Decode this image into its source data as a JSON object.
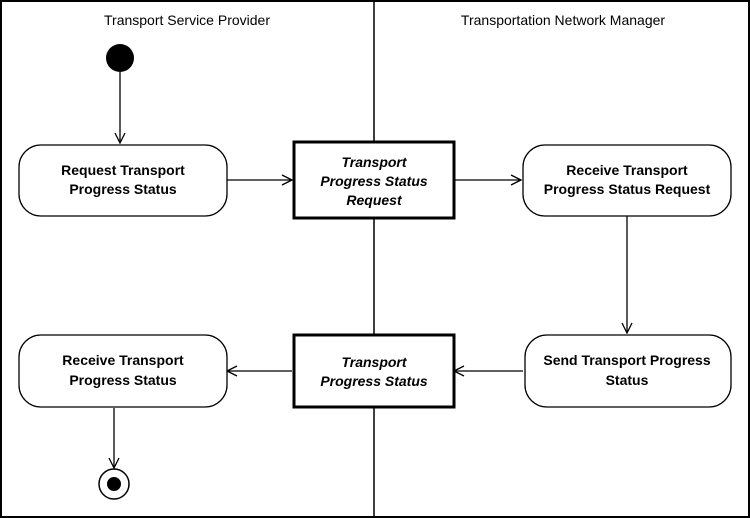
{
  "swimlanes": {
    "left_title": "Transport Service Provider",
    "right_title": "Transportation Network Manager"
  },
  "activities": {
    "request": {
      "line1": "Request Transport",
      "line2": "Progress Status"
    },
    "receive_request": {
      "line1": "Receive Transport",
      "line2": "Progress Status Request"
    },
    "send_status": {
      "line1": "Send Transport Progress",
      "line2": "Status"
    },
    "receive_status": {
      "line1": "Receive Transport",
      "line2": "Progress Status"
    }
  },
  "objects": {
    "status_request": {
      "line1": "Transport",
      "line2": "Progress Status",
      "line3": "Request"
    },
    "status": {
      "line1": "Transport",
      "line2": "Progress Status"
    }
  },
  "colors": {
    "stroke": "#000000",
    "fill": "#ffffff"
  }
}
